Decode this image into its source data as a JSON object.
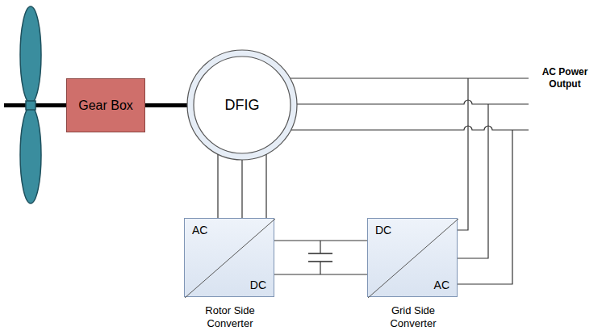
{
  "diagram": {
    "nodes": [
      {
        "text": [
          "Gear Box"
        ]
      },
      {
        "text": [
          "DFIG"
        ]
      },
      {
        "text": [
          "AC",
          "DC",
          "Rotor Side Converter"
        ]
      },
      {
        "text": [
          "DC",
          "AC",
          "Grid Side Converter"
        ]
      }
    ],
    "edges": [
      {
        "from": 0,
        "to": 1,
        "arrow": "none"
      },
      {
        "from": 1,
        "to": 2,
        "arrow": "none"
      },
      {
        "from": 2,
        "to": 3,
        "arrow": "none"
      }
    ],
    "labels": [
      "AC Power Output"
    ]
  }
}
